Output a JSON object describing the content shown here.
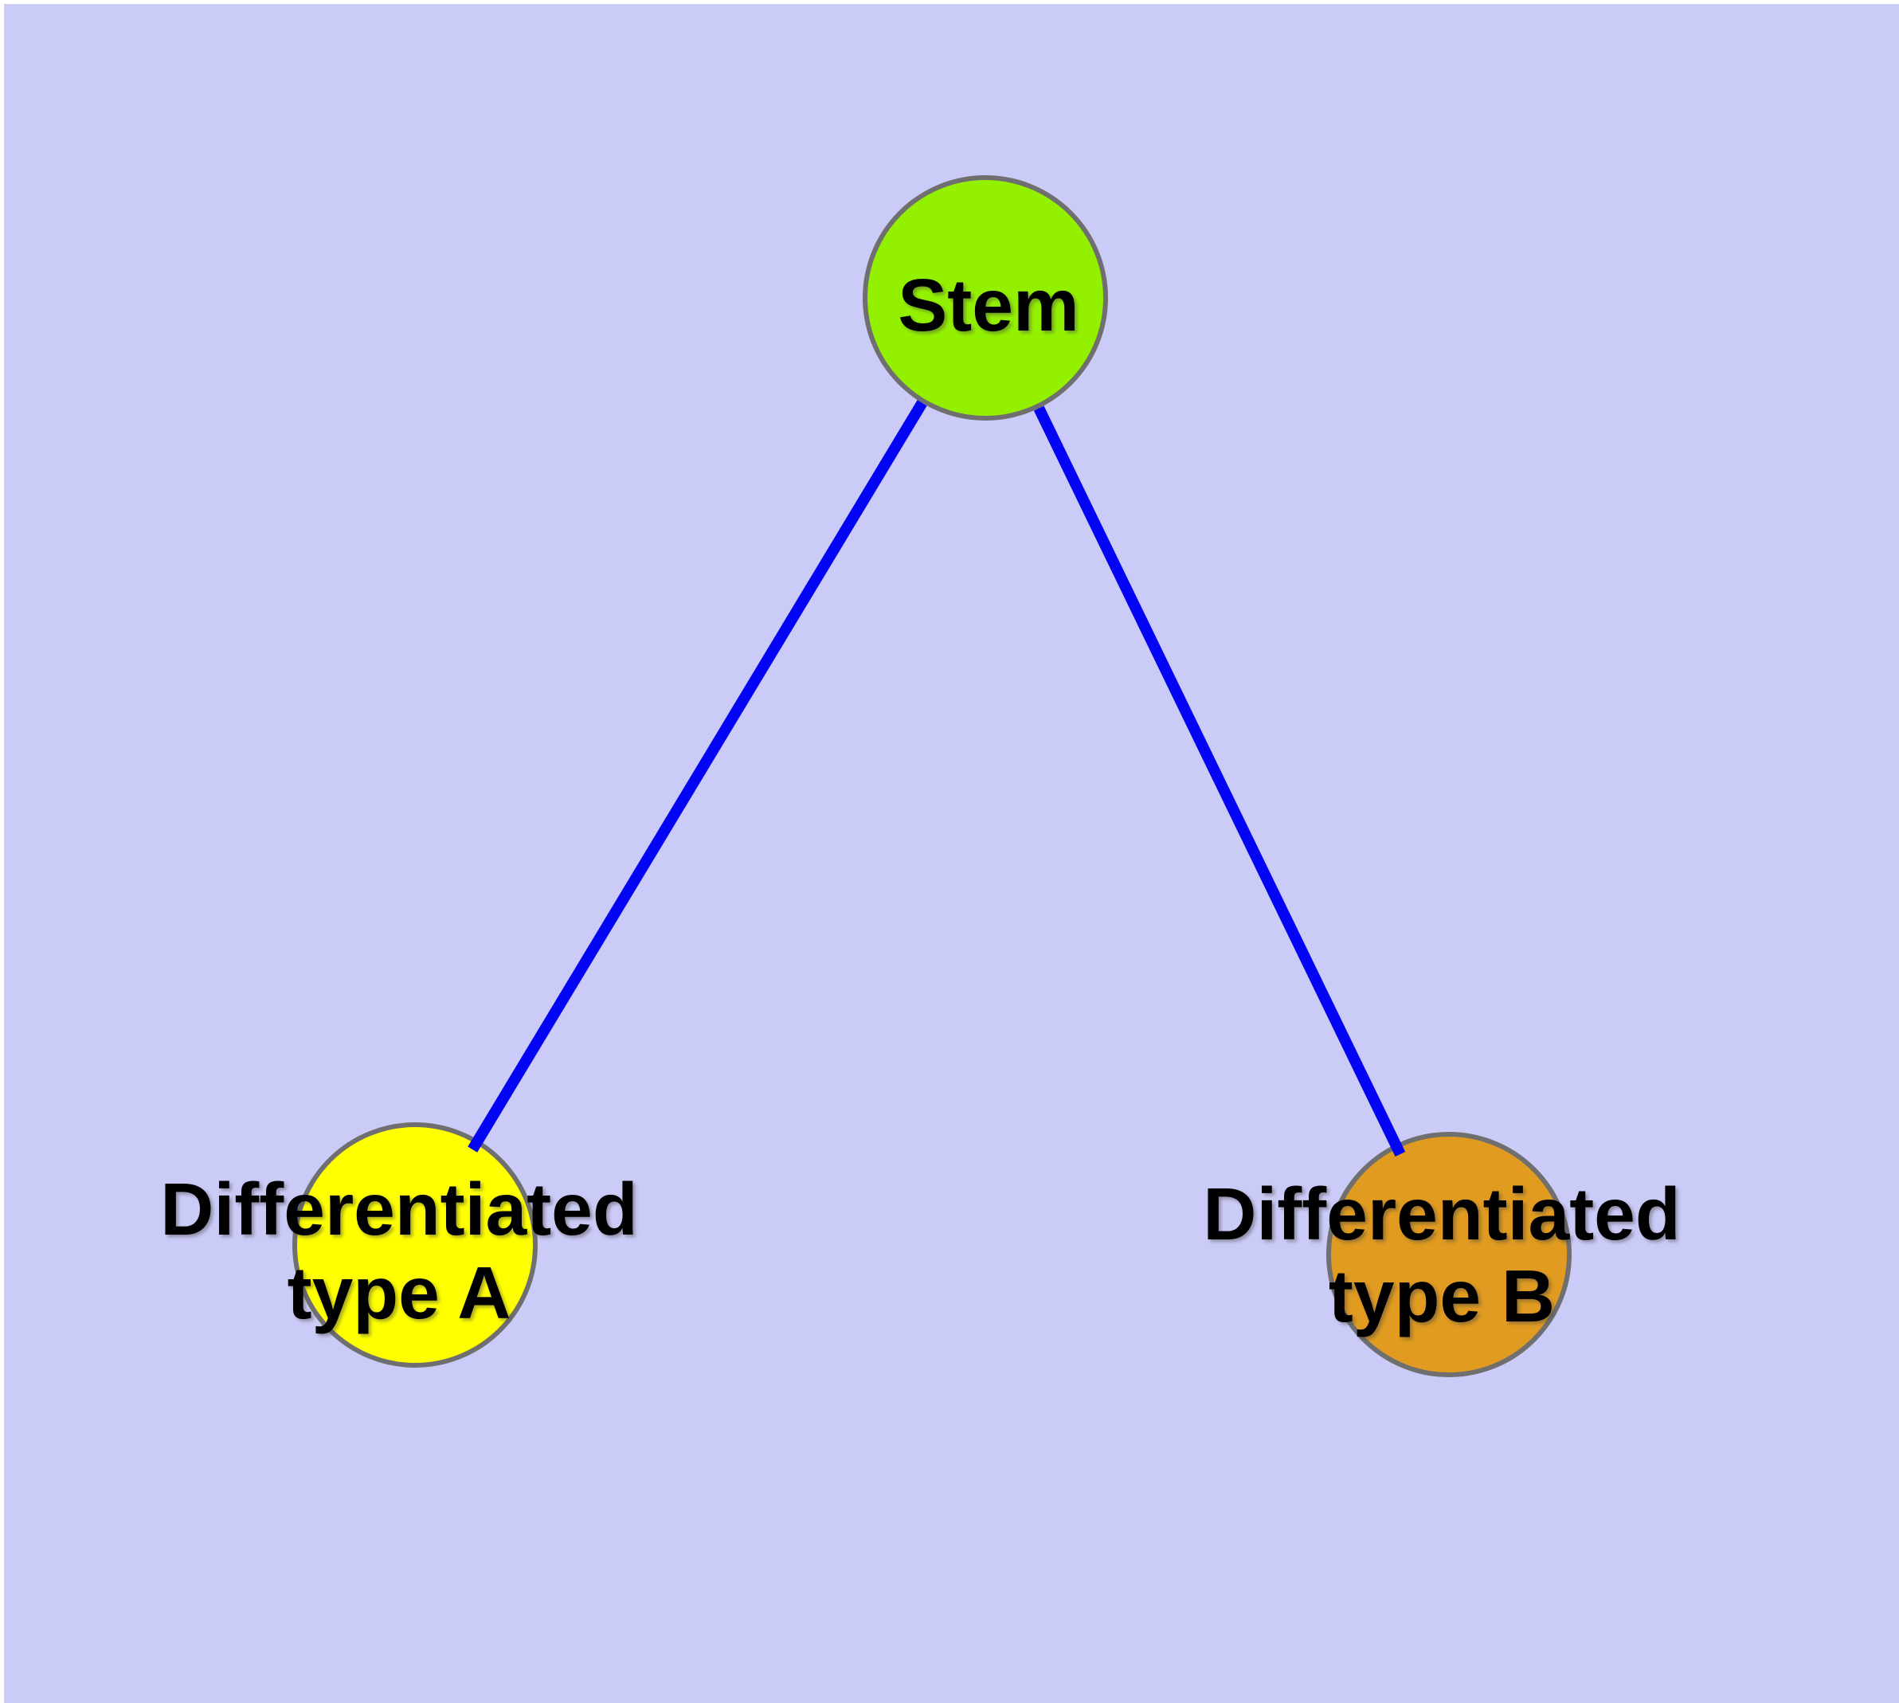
{
  "figure": {
    "type": "node-link-graph",
    "background_color": "#CBCBF8",
    "frame_color": "#FFFFFF",
    "edge_color": "#0404F4",
    "node_border_color": "#6F6F6F",
    "label_color": "#000000"
  },
  "nodes": [
    {
      "id": "stem",
      "label": "Stem",
      "fill": "#93F100",
      "stroke": "#6F6F6F"
    },
    {
      "id": "differentiated-type-a",
      "label_line1": "Differentiated",
      "label_line2": "type A",
      "fill": "#FFFF00",
      "stroke": "#6F6F6F"
    },
    {
      "id": "differentiated-type-b",
      "label_line1": "Differentiated",
      "label_line2": "type B",
      "fill": "#E09B20",
      "stroke": "#6F6F6F"
    }
  ],
  "edges": [
    {
      "from": "stem",
      "to": "differentiated-type-a",
      "color": "#0404F4"
    },
    {
      "from": "stem",
      "to": "differentiated-type-b",
      "color": "#0404F4"
    }
  ]
}
